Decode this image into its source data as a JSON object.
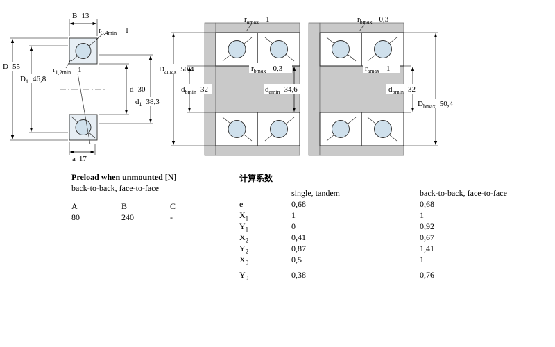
{
  "page": {
    "background": "#ffffff"
  },
  "colors": {
    "ball_fill": "#cfe0ec",
    "ring_fill": "#e7eef4",
    "steel_grey": "#c9c9c9",
    "line": "#000000"
  },
  "figs": {
    "single": {
      "B": {
        "sym": "B",
        "sub": "",
        "val": "13"
      },
      "r34": {
        "sym": "r",
        "sub": "3,4min",
        "val": "1"
      },
      "D": {
        "sym": "D",
        "sub": "",
        "val": "55"
      },
      "D1": {
        "sym": "D",
        "sub": "1",
        "val": "46,8"
      },
      "r12": {
        "sym": "r",
        "sub": "1,2min",
        "val": "1"
      },
      "d": {
        "sym": "d",
        "sub": "",
        "val": "30"
      },
      "d1": {
        "sym": "d",
        "sub": "1",
        "val": "38,3"
      },
      "a": {
        "sym": "a",
        "sub": "",
        "val": "17"
      }
    },
    "pair_a": {
      "ramax": {
        "sym": "r",
        "sub": "amax",
        "val": "1"
      },
      "Damax": {
        "sym": "D",
        "sub": "amax",
        "val": "50,4"
      },
      "rbmax": {
        "sym": "r",
        "sub": "bmax",
        "val": "0,3"
      },
      "dbmin": {
        "sym": "d",
        "sub": "bmin",
        "val": "32"
      },
      "damin": {
        "sym": "d",
        "sub": "amin",
        "val": "34,6"
      }
    },
    "pair_b": {
      "rbmax": {
        "sym": "r",
        "sub": "bmax",
        "val": "0,3"
      },
      "ramax": {
        "sym": "r",
        "sub": "amax",
        "val": "1"
      },
      "dbmin": {
        "sym": "d",
        "sub": "bmin",
        "val": "32"
      },
      "Dbmax": {
        "sym": "D",
        "sub": "bmax",
        "val": "50,4"
      }
    }
  },
  "preload": {
    "title": "Preload when unmounted [N]",
    "subtitle": "back-to-back, face-to-face",
    "col_headers": [
      "A",
      "B",
      "C"
    ],
    "values": [
      "80",
      "240",
      "-"
    ]
  },
  "factors": {
    "title": "计算系数",
    "col_headers": [
      "single, tandem",
      "back-to-back, face-to-face"
    ],
    "rows": [
      {
        "sym": "e",
        "sub": "",
        "v1": "0,68",
        "v2": "0,68"
      },
      {
        "sym": "X",
        "sub": "1",
        "v1": "1",
        "v2": "1"
      },
      {
        "sym": "Y",
        "sub": "1",
        "v1": "0",
        "v2": "0,92"
      },
      {
        "sym": "X",
        "sub": "2",
        "v1": "0,41",
        "v2": "0,67"
      },
      {
        "sym": "Y",
        "sub": "2",
        "v1": "0,87",
        "v2": "1,41"
      },
      {
        "sym": "X",
        "sub": "0",
        "v1": "0,5",
        "v2": "1"
      },
      {
        "sym": "Y",
        "sub": "0",
        "v1": "0,38",
        "v2": "0,76"
      }
    ]
  }
}
